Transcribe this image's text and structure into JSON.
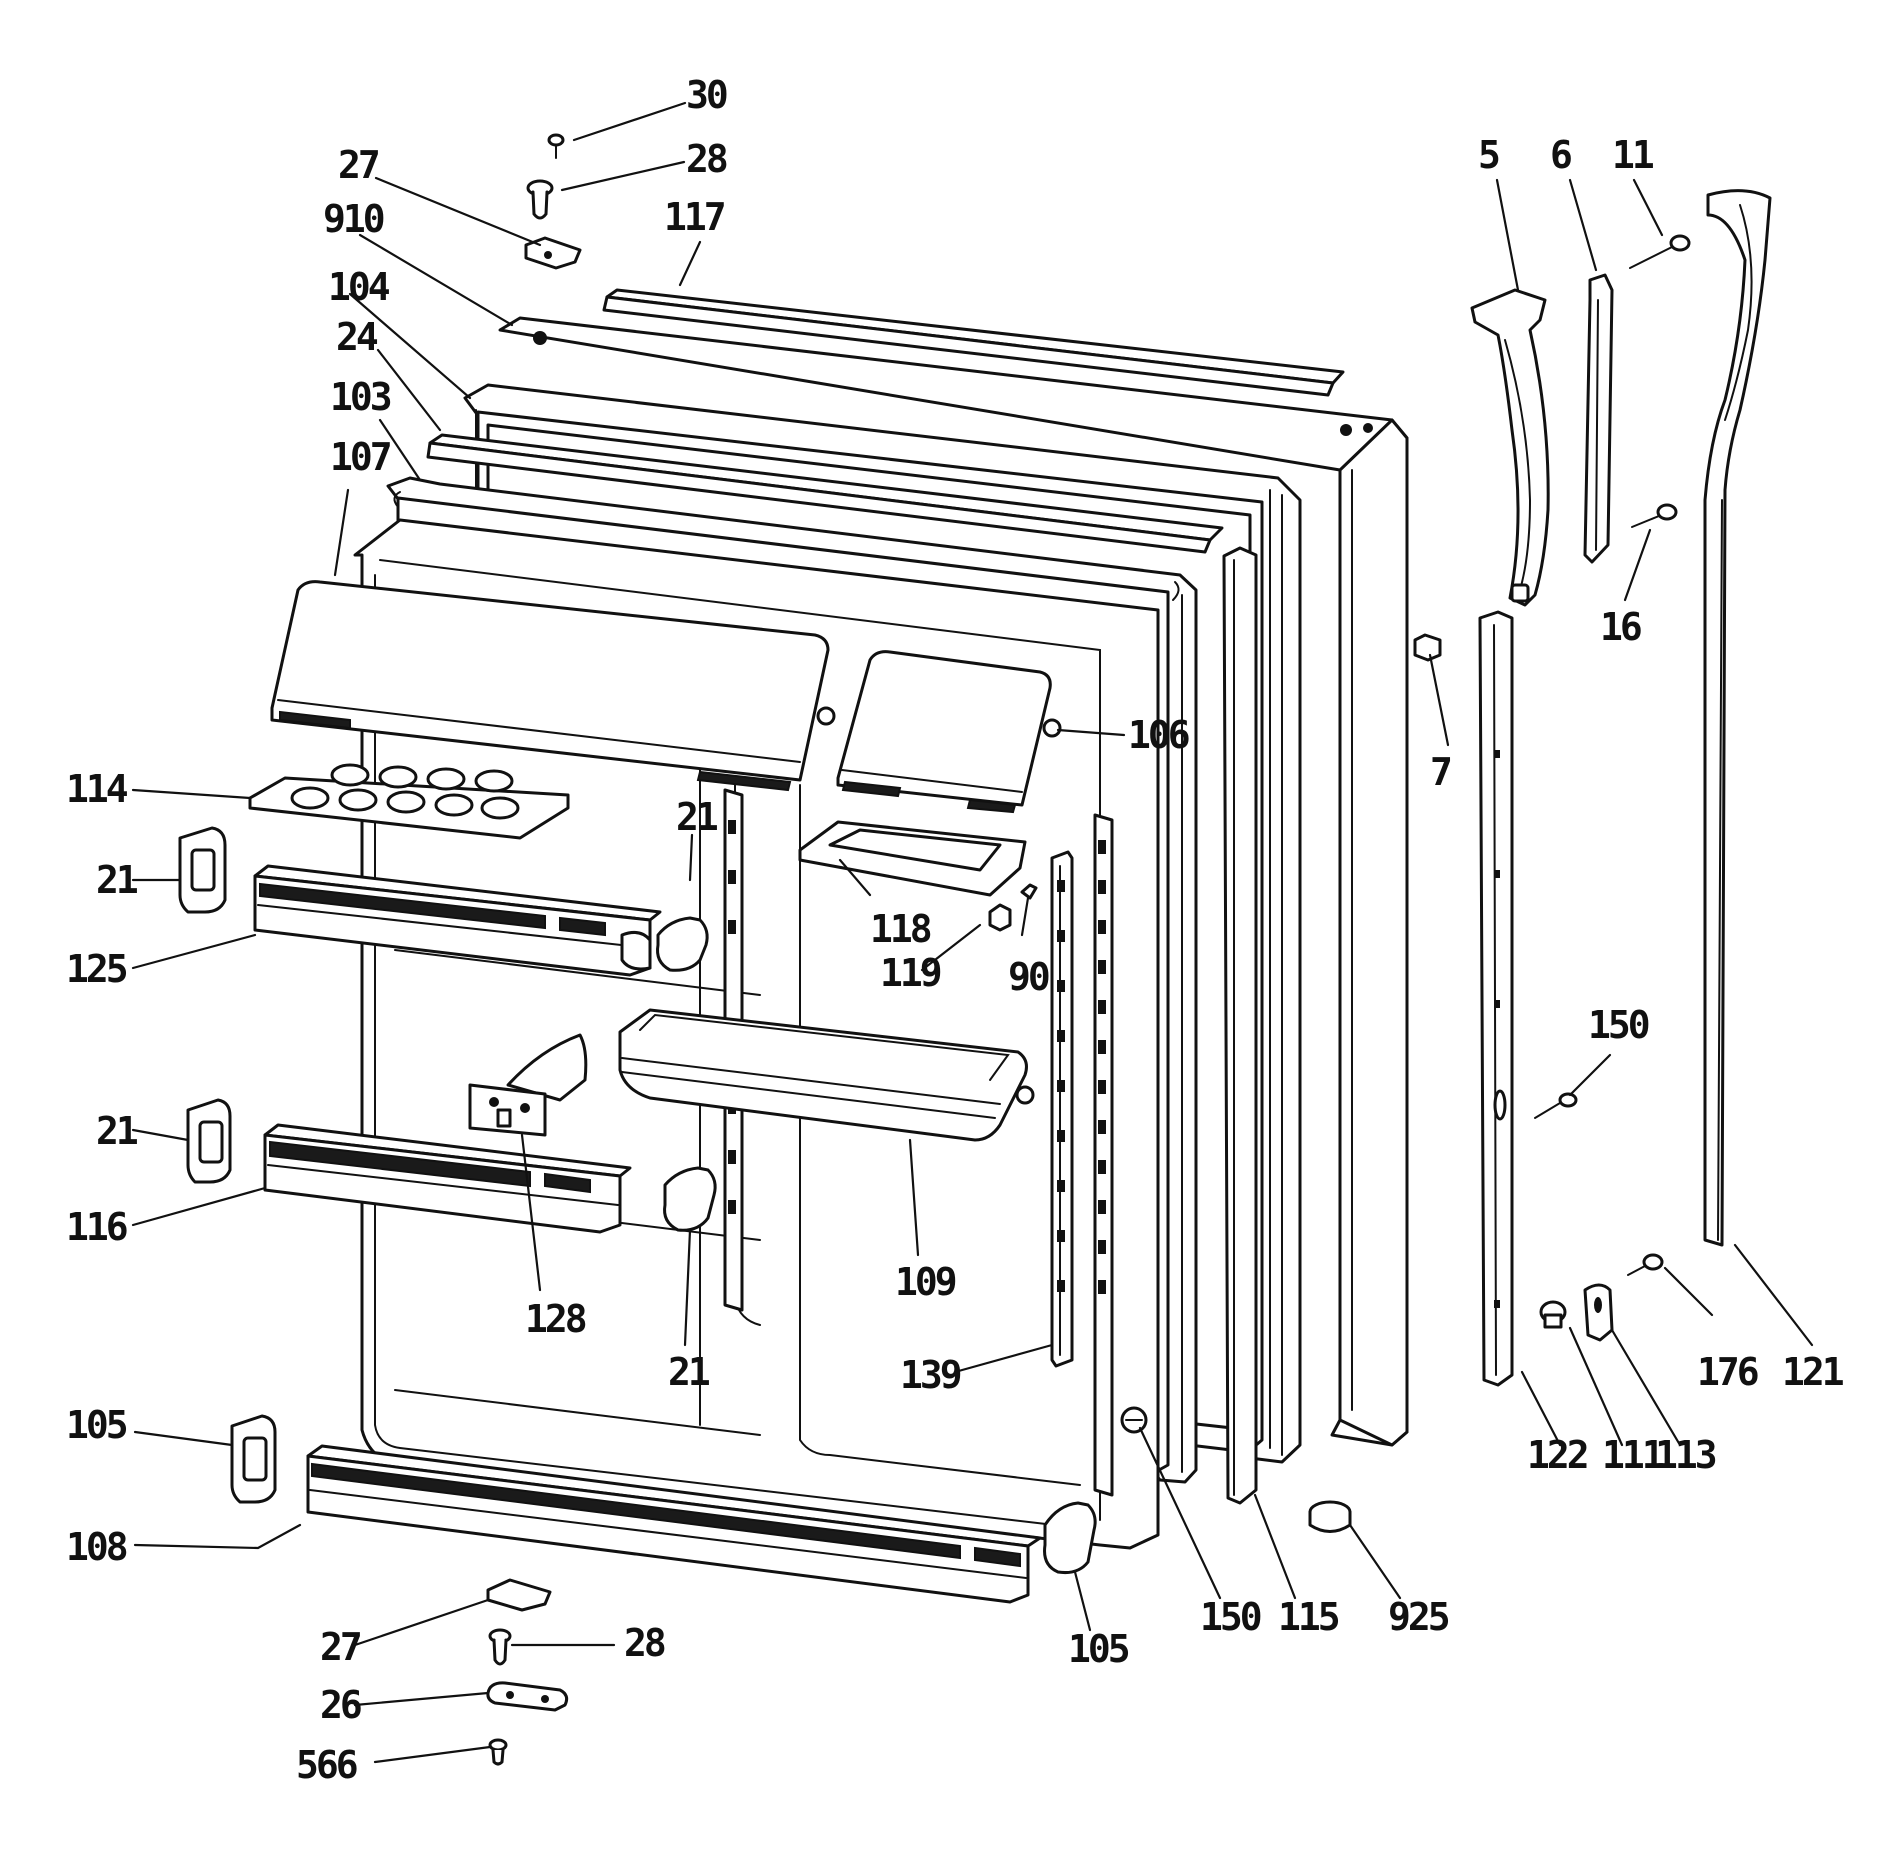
{
  "diagram": {
    "callouts": [
      {
        "id": "c30a",
        "label": "30"
      },
      {
        "id": "c28a",
        "label": "28"
      },
      {
        "id": "c27a",
        "label": "27"
      },
      {
        "id": "c910",
        "label": "910"
      },
      {
        "id": "c117",
        "label": "117"
      },
      {
        "id": "c104",
        "label": "104"
      },
      {
        "id": "c24",
        "label": "24"
      },
      {
        "id": "c103",
        "label": "103"
      },
      {
        "id": "c107",
        "label": "107"
      },
      {
        "id": "c5",
        "label": "5"
      },
      {
        "id": "c6",
        "label": "6"
      },
      {
        "id": "c11",
        "label": "11"
      },
      {
        "id": "c16",
        "label": "16"
      },
      {
        "id": "c7",
        "label": "7"
      },
      {
        "id": "c106",
        "label": "106"
      },
      {
        "id": "c114",
        "label": "114"
      },
      {
        "id": "c21a",
        "label": "21"
      },
      {
        "id": "c21b",
        "label": "21"
      },
      {
        "id": "c125",
        "label": "125"
      },
      {
        "id": "c118",
        "label": "118"
      },
      {
        "id": "c119",
        "label": "119"
      },
      {
        "id": "c90",
        "label": "90"
      },
      {
        "id": "c150a",
        "label": "150"
      },
      {
        "id": "c21c",
        "label": "21"
      },
      {
        "id": "c116",
        "label": "116"
      },
      {
        "id": "c128",
        "label": "128"
      },
      {
        "id": "c21d",
        "label": "21"
      },
      {
        "id": "c109",
        "label": "109"
      },
      {
        "id": "c139",
        "label": "139"
      },
      {
        "id": "c176",
        "label": "176"
      },
      {
        "id": "c121",
        "label": "121"
      },
      {
        "id": "c122",
        "label": "122"
      },
      {
        "id": "c111",
        "label": "111"
      },
      {
        "id": "c113",
        "label": "113"
      },
      {
        "id": "c105a",
        "label": "105"
      },
      {
        "id": "c108",
        "label": "108"
      },
      {
        "id": "c150b",
        "label": "150"
      },
      {
        "id": "c115",
        "label": "115"
      },
      {
        "id": "c925",
        "label": "925"
      },
      {
        "id": "c105b",
        "label": "105"
      },
      {
        "id": "c27b",
        "label": "27"
      },
      {
        "id": "c28b",
        "label": "28"
      },
      {
        "id": "c26",
        "label": "26"
      },
      {
        "id": "c566",
        "label": "566"
      }
    ]
  }
}
